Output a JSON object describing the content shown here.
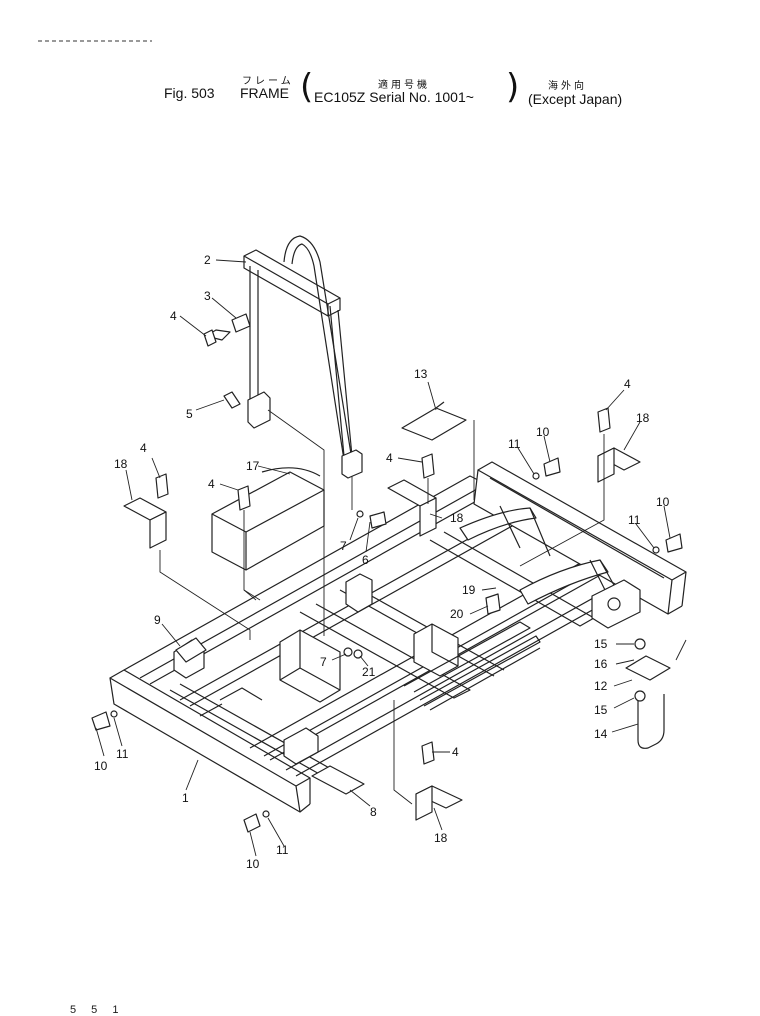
{
  "header": {
    "fig_label": "Fig. 503",
    "title_jp": "フレーム",
    "title_en": "FRAME",
    "serial_jp": "適用号機",
    "serial_en": "EC105Z Serial No. 1001~",
    "market_jp": "海外向",
    "market_en": "(Except Japan)"
  },
  "callouts": [
    "1",
    "2",
    "3",
    "4",
    "5",
    "6",
    "7",
    "8",
    "9",
    "10",
    "11",
    "12",
    "13",
    "14",
    "15",
    "16",
    "17",
    "18",
    "19",
    "20",
    "21"
  ],
  "page_number": "5 5 1"
}
